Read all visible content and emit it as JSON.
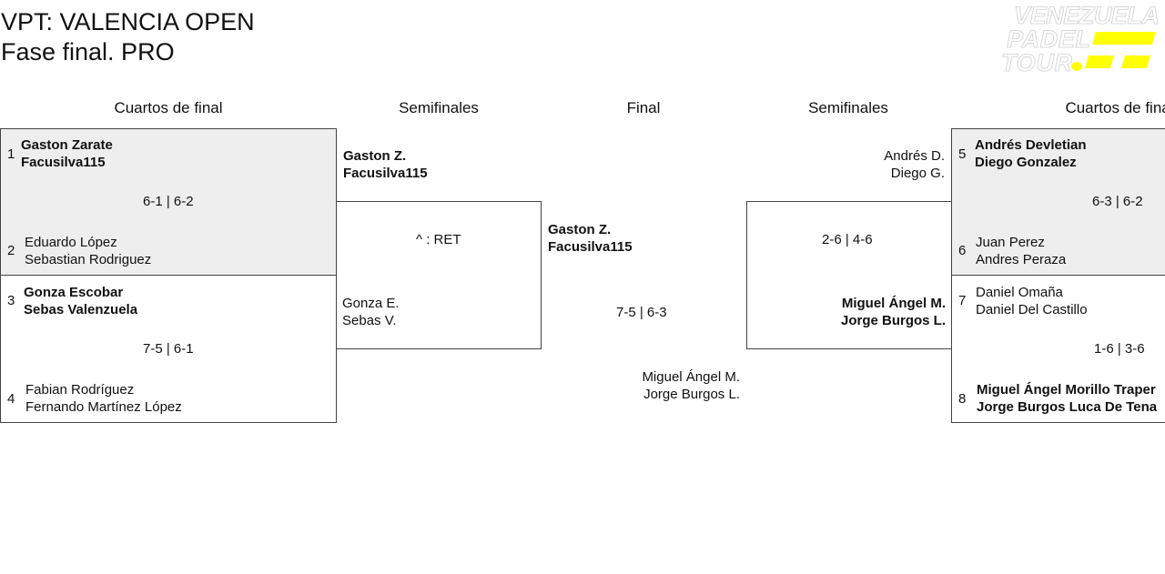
{
  "title": "VPT: VALENCIA OPEN",
  "subtitle": "Fase final. PRO",
  "logo": {
    "text": "VENEZUELA PADEL TOUR",
    "accent": "#ffff00"
  },
  "rounds": [
    "Cuartos de final",
    "Semifinales",
    "Final",
    "Semifinales",
    "Cuartos de final"
  ],
  "qf_left": [
    {
      "seed_a": "1",
      "a1": "Gaston Zarate",
      "a2": "Facusilva115",
      "score": "6-1 | 6-2",
      "seed_b": "2",
      "b1": "Eduardo López",
      "b2": "Sebastian Rodriguez"
    },
    {
      "seed_a": "3",
      "a1": "Gonza Escobar",
      "a2": "Sebas Valenzuela",
      "score": "7-5 | 6-1",
      "seed_b": "4",
      "b1": "Fabian Rodríguez",
      "b2": "Fernando Martínez López"
    }
  ],
  "sf_left": {
    "a1": "Gaston Z.",
    "a2": "Facusilva115",
    "score": "^ : RET",
    "b1": "Gonza E.",
    "b2": "Sebas V."
  },
  "final": {
    "a1": "Gaston Z.",
    "a2": "Facusilva115",
    "score": "7-5 | 6-3",
    "b1": "Miguel Ángel M.",
    "b2": "Jorge Burgos L."
  },
  "sf_right": {
    "a1": "Andrés D.",
    "a2": "Diego G.",
    "score": "2-6 | 4-6",
    "b1": "Miguel Ángel M.",
    "b2": "Jorge Burgos L."
  },
  "qf_right": [
    {
      "seed_a": "5",
      "a1": "Andrés Devletian",
      "a2": "Diego Gonzalez",
      "score": "6-3 | 6-2",
      "seed_b": "6",
      "b1": "Juan Perez",
      "b2": "Andres Peraza"
    },
    {
      "seed_a": "7",
      "a1": "Daniel Omaña",
      "a2": "Daniel Del Castillo",
      "score": "1-6 | 3-6",
      "seed_b": "8",
      "b1": "Miguel Ángel Morillo Traper",
      "b2": "Jorge Burgos Luca De Tena"
    }
  ]
}
